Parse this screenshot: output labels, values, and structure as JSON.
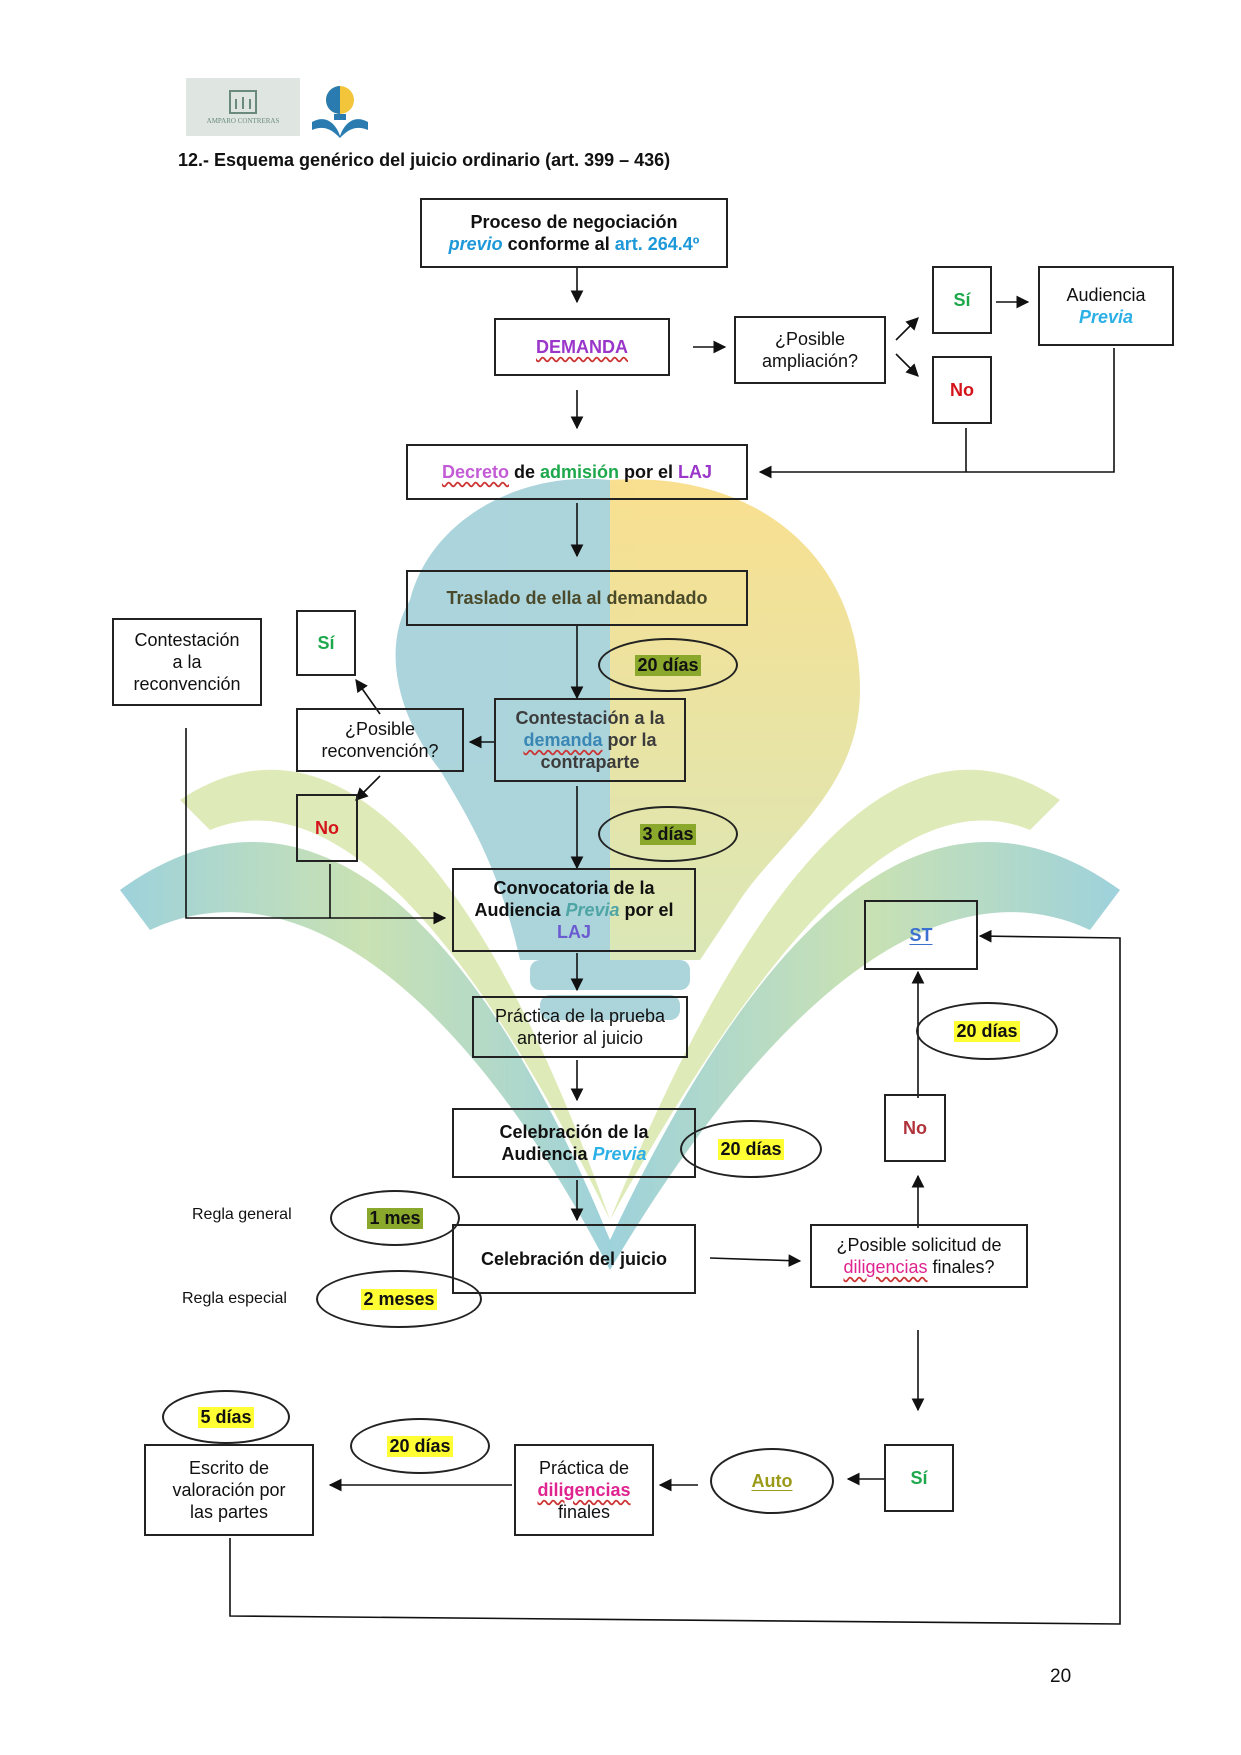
{
  "header": {
    "logo_text": "AMPARO CONTRERAS",
    "title": "12.- Esquema genérico del juicio ordinario (art. 399 – 436)"
  },
  "nodes": {
    "negociacion": {
      "l1": "Proceso de negociación",
      "l2a": "previo",
      "l2b": " conforme al ",
      "l2c": "art. 264.4º"
    },
    "demanda": "DEMANDA",
    "ampliacion": {
      "l1": "¿Posible",
      "l2": "ampliación?"
    },
    "si_top": "Sí",
    "no_top": "No",
    "aud_previa_top": {
      "l1": "Audiencia",
      "l2": "Previa"
    },
    "decreto": {
      "a": "Decreto",
      "b": " de ",
      "c": "admisión",
      "d": " por el ",
      "e": "LAJ"
    },
    "traslado": "Traslado de ella al demandado",
    "contest_recon": {
      "l1": "Contestación",
      "l2": "a la",
      "l3": "reconvención"
    },
    "si_left": "Sí",
    "posible_recon": {
      "l1": "¿Posible",
      "l2": "reconvención?"
    },
    "contestacion": {
      "l1": "Contestación a la",
      "l2a": "demanda",
      "l2b": " por la",
      "l3": "contraparte"
    },
    "no_left": "No",
    "convocatoria": {
      "l1": "Convocatoria de la",
      "l2a": "Audiencia ",
      "l2b": "Previa",
      "l2c": " por el",
      "l3": "LAJ"
    },
    "st": "ST",
    "practica_prueba": {
      "l1": "Práctica de la prueba",
      "l2": "anterior al juicio"
    },
    "celebracion_aud": {
      "l1": "Celebración de la",
      "l2a": "Audiencia ",
      "l2b": "Previa"
    },
    "no_right": "No",
    "celebracion_juicio": "Celebración del juicio",
    "posible_solicitud": {
      "l1": "¿Posible solicitud de",
      "l2a": "diligencias",
      "l2b": " finales?"
    },
    "escrito": {
      "l1": "Escrito de",
      "l2": "valoración por",
      "l3": "las partes"
    },
    "practica_dilig": {
      "l1": "Práctica de",
      "l2": "diligencias",
      "l3": "finales"
    },
    "auto": "Auto",
    "si_bottom": "Sí"
  },
  "timings": {
    "t20_a": "20 días",
    "t3": "3 días",
    "t20_st": "20 días",
    "t20_aud": "20 días",
    "t1mes": "1 mes",
    "t2meses": "2 meses",
    "t5": "5 días",
    "t20_bottom": "20 días"
  },
  "labels": {
    "regla_general": "Regla general",
    "regla_especial": "Regla especial"
  },
  "page_number": "20",
  "colors": {
    "green": "#1ea84c",
    "red": "#d4141a",
    "blue": "#1d98d8",
    "purple": "#9a36c9",
    "magenta": "#e0248f",
    "highlight": "#ffff33"
  }
}
